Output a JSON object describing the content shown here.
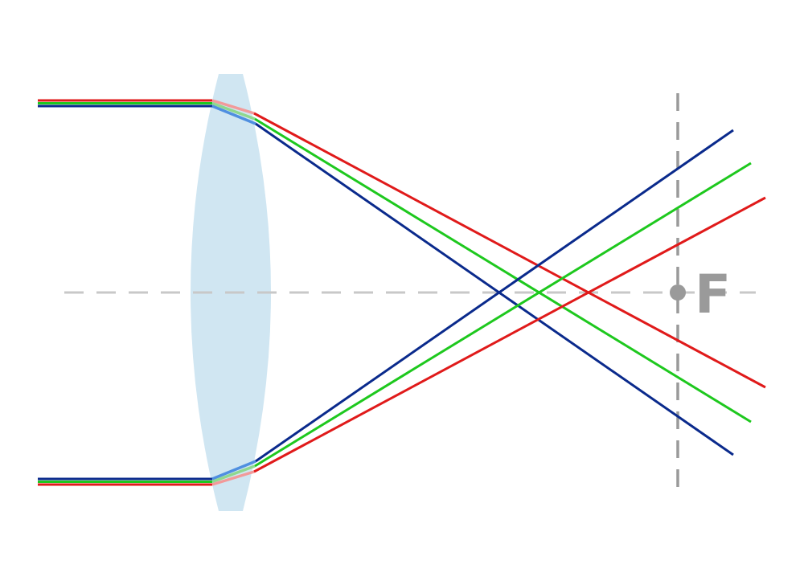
{
  "diagram": {
    "focal_label": "F",
    "colors": {
      "background": "#ffffff",
      "lens": "#d0e6f2",
      "axis": "#c8c8c8",
      "focal_plane": "#9a9a9a",
      "focal_label": "#9a9a9a",
      "red": "#e01a1a",
      "green": "#1ec81e",
      "blue": "#0a2a8c",
      "red_inside_lens": "#f29a9a",
      "green_inside_lens": "#8fd88f",
      "blue_inside_lens": "#4f8fe0"
    },
    "rays": [
      {
        "name": "red",
        "side": "top"
      },
      {
        "name": "green",
        "side": "top"
      },
      {
        "name": "blue",
        "side": "top"
      },
      {
        "name": "red",
        "side": "bottom"
      },
      {
        "name": "green",
        "side": "bottom"
      },
      {
        "name": "blue",
        "side": "bottom"
      }
    ]
  }
}
